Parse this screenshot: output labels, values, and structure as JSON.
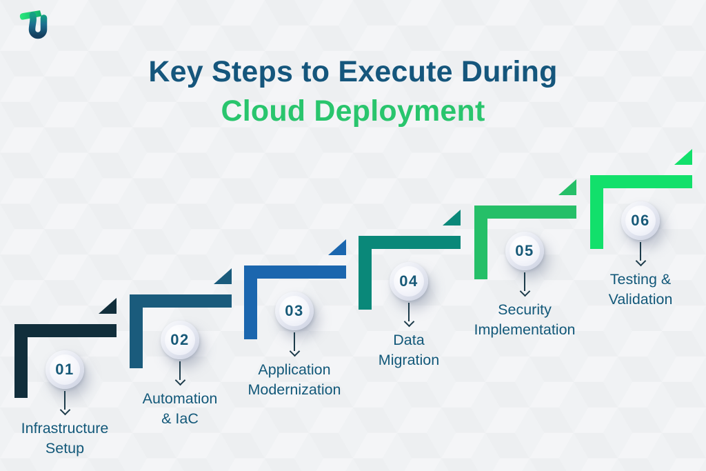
{
  "background": {
    "base_color": "#EEF0F1",
    "pattern": "subtle-isometric-cubes"
  },
  "logo": {
    "name": "TU brand mark",
    "green_start": "#2BE87D",
    "green_end": "#0FAE6A",
    "blue_top": "#1E7A9C",
    "blue_bottom": "#143F5F",
    "teal_join": "#14A083"
  },
  "title": {
    "line1": "Key Steps to Execute During",
    "line2": "Cloud Deployment",
    "line1_color": "#15567C",
    "line2_color": "#29C56D"
  },
  "labels_color": "#125879",
  "arrow_color": "#1C3B4A",
  "number_color": "#175978",
  "steps": [
    {
      "number": "01",
      "label": "Infrastructure\nSetup",
      "color": "#112E3B"
    },
    {
      "number": "02",
      "label": "Automation\n& IaC",
      "color": "#1A5B7C"
    },
    {
      "number": "03",
      "label": "Application\nModernization",
      "color": "#1B66AE"
    },
    {
      "number": "04",
      "label": "Data\nMigration",
      "color": "#0A8879"
    },
    {
      "number": "05",
      "label": "Security\nImplementation",
      "color": "#25BF68"
    },
    {
      "number": "06",
      "label": "Testing &\nValidation",
      "color": "#12E06B"
    }
  ]
}
